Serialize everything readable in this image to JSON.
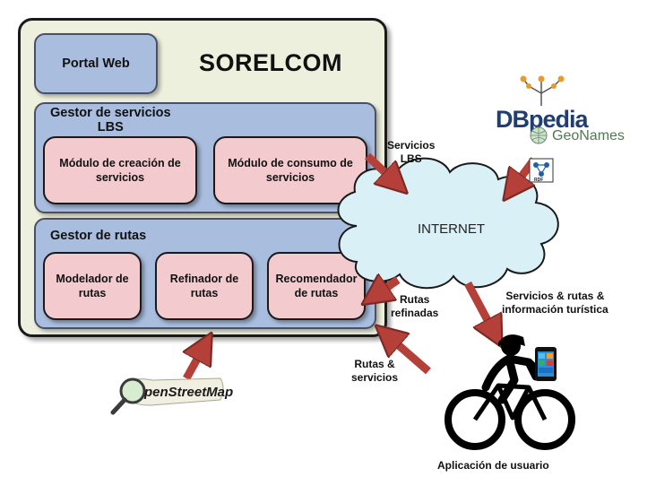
{
  "system": {
    "title": "SORELCOM",
    "portal_label": "Portal Web"
  },
  "lbs_manager": {
    "title_line1": "Gestor de servicios",
    "title_line2": "LBS",
    "modules": [
      {
        "line1": "Módulo de creación de",
        "line2": "servicios"
      },
      {
        "line1": "Módulo de consumo de",
        "line2": "servicios"
      }
    ]
  },
  "routes_manager": {
    "title": "Gestor de rutas",
    "modules": [
      {
        "line1": "Modelador de",
        "line2": "rutas"
      },
      {
        "line1": "Refinador de",
        "line2": "rutas"
      },
      {
        "line1": "Recomendador",
        "line2": "de rutas"
      }
    ]
  },
  "internet": {
    "label": "INTERNET"
  },
  "arrows": {
    "lbs_services": {
      "line1": "Servicios",
      "line2": "LBS"
    },
    "refined_routes": {
      "line1": "Rutas",
      "line2": "refinadas"
    },
    "routes_services": {
      "line1": "Rutas &",
      "line2": "servicios"
    },
    "services_info": {
      "line1": "Servicios & rutas &",
      "line2": "información turística"
    }
  },
  "logos": {
    "dbpedia": "DBpedia",
    "geonames": "GeoNames",
    "rdf": "RDF",
    "openstreetmap": "penStreetMap"
  },
  "user_app": {
    "label": "Aplicación de usuario"
  },
  "colors": {
    "frame_bg": "#eef0de",
    "manager_bg": "#a9bedf",
    "module_bg": "#f3cbce",
    "cloud_bg": "#d9f1f6",
    "arrow": "#b5403a"
  }
}
